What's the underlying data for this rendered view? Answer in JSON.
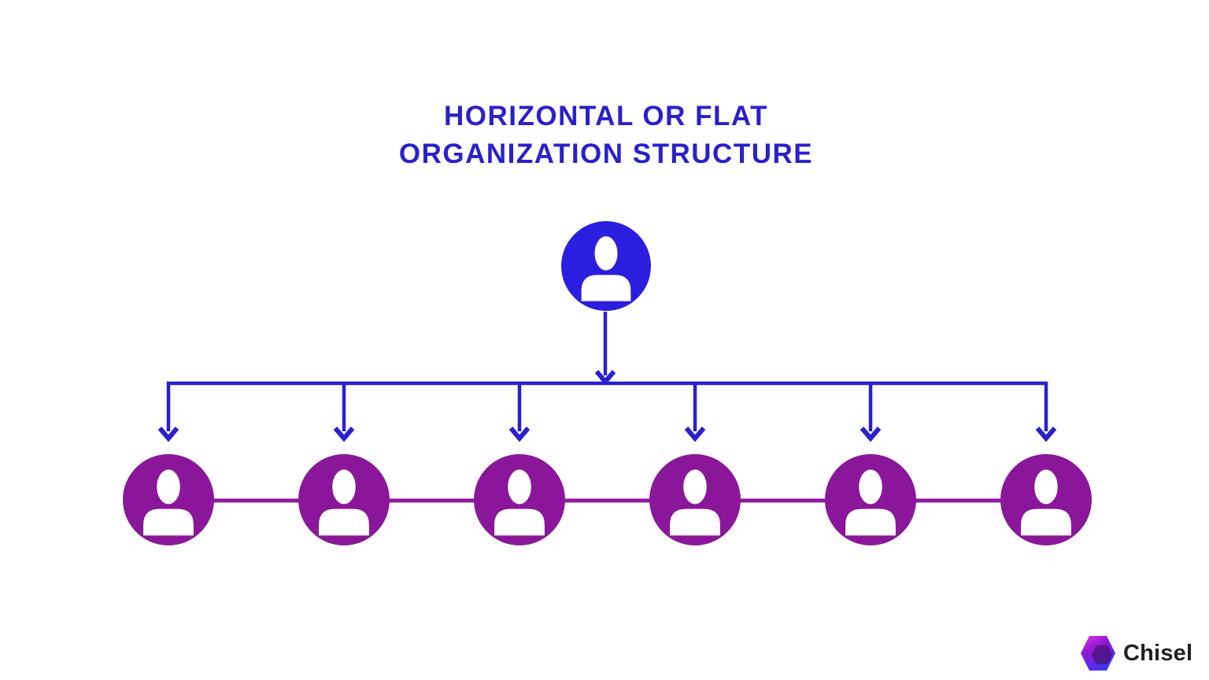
{
  "title": {
    "line1": "HORIZONTAL OR FLAT",
    "line2": "ORGANIZATION STRUCTURE"
  },
  "org_chart": {
    "manager": {
      "icon": "person-icon",
      "role": "top-level"
    },
    "members": [
      {
        "icon": "person-icon"
      },
      {
        "icon": "person-icon"
      },
      {
        "icon": "person-icon"
      },
      {
        "icon": "person-icon"
      },
      {
        "icon": "person-icon"
      },
      {
        "icon": "person-icon"
      }
    ]
  },
  "footer": {
    "brand_name": "Chisel",
    "logo_icon": "chisel-hexagon-logo"
  },
  "colors": {
    "title_text": "#2b21c9",
    "connector_blue": "#2a20ce",
    "manager_node": "#2c1ede",
    "member_node": "#8a179a",
    "connector_purple": "#90189c",
    "brand_text": "#212126",
    "bg": "#ffffff"
  }
}
